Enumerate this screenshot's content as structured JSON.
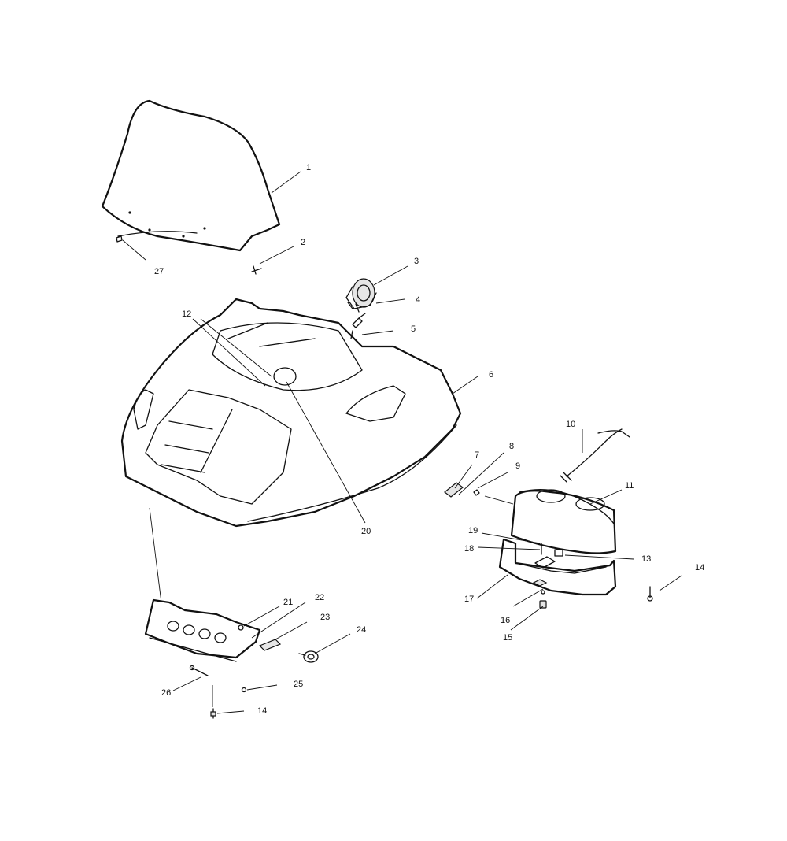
{
  "diagram": {
    "callouts": [
      {
        "id": "c1",
        "text": "1"
      },
      {
        "id": "c2",
        "text": "2"
      },
      {
        "id": "c3",
        "text": "3"
      },
      {
        "id": "c4",
        "text": "4"
      },
      {
        "id": "c5",
        "text": "5"
      },
      {
        "id": "c6",
        "text": "6"
      },
      {
        "id": "c7",
        "text": "7"
      },
      {
        "id": "c8",
        "text": "8"
      },
      {
        "id": "c9",
        "text": "9"
      },
      {
        "id": "c10",
        "text": "10"
      },
      {
        "id": "c11",
        "text": "11"
      },
      {
        "id": "c12",
        "text": "12"
      },
      {
        "id": "c13",
        "text": "13"
      },
      {
        "id": "c14a",
        "text": "14"
      },
      {
        "id": "c14b",
        "text": "14"
      },
      {
        "id": "c15",
        "text": "15"
      },
      {
        "id": "c16",
        "text": "16"
      },
      {
        "id": "c17",
        "text": "17"
      },
      {
        "id": "c18",
        "text": "18"
      },
      {
        "id": "c19",
        "text": "19"
      },
      {
        "id": "c20",
        "text": "20"
      },
      {
        "id": "c21",
        "text": "21"
      },
      {
        "id": "c22",
        "text": "22"
      },
      {
        "id": "c23",
        "text": "23"
      },
      {
        "id": "c24",
        "text": "24"
      },
      {
        "id": "c25",
        "text": "25"
      },
      {
        "id": "c26",
        "text": "26"
      },
      {
        "id": "c27",
        "text": "27"
      }
    ]
  }
}
